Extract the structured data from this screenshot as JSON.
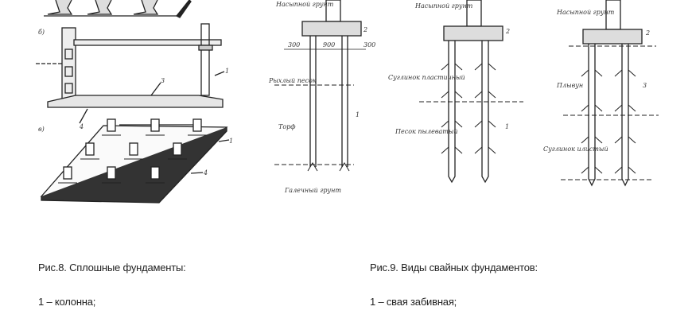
{
  "figure8": {
    "caption": "Рис.8. Сплошные фундаменты:",
    "item1": "1 – колонна;",
    "labels": {
      "b": "б)",
      "v": "в)",
      "n1": "1",
      "n3": "3",
      "n4": "4",
      "n1b": "1",
      "n4b": "4"
    }
  },
  "figure9": {
    "caption": "Рис.9. Виды свайных фундаментов:",
    "item1": "1 – свая забивная;",
    "pile_a": {
      "top_soil": "Насыпной грунт",
      "dim_left": "300",
      "dim_mid": "900",
      "dim_right": "300",
      "n2": "2",
      "layer1": "Рыхлый песок",
      "layer2": "Торф",
      "bottom": "Галечный грунт",
      "n1": "1"
    },
    "pile_b": {
      "top_soil": "Насыпной грунт",
      "n2": "2",
      "layer1": "Суглинок пластичный",
      "layer2": "Песок пылеватый",
      "n1": "1"
    },
    "pile_c": {
      "top_soil": "Насыпной грунт",
      "n2": "2",
      "layer1": "Плывун",
      "n3": "3",
      "layer2": "Суглинок илистый"
    }
  }
}
